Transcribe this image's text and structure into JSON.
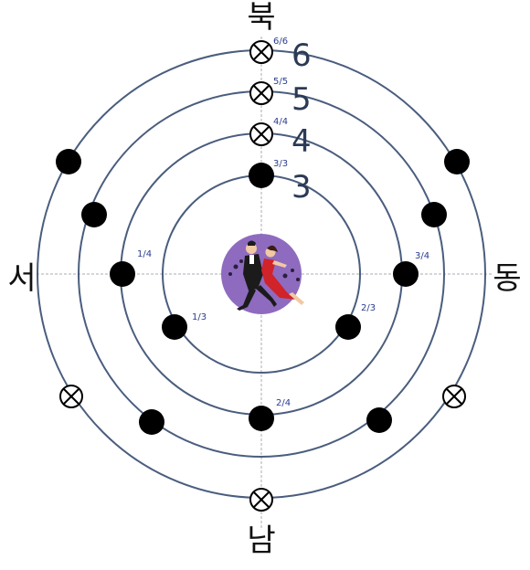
{
  "directions": {
    "north": "북",
    "south": "남",
    "east": "동",
    "west": "서"
  },
  "ring_numbers": [
    "6",
    "5",
    "4",
    "3"
  ],
  "position_labels": {
    "r6_north": "6/6",
    "r5_north": "5/5",
    "r4_north": "4/4",
    "r3_north": "3/3",
    "r4_west": "1/4",
    "r4_east": "3/4",
    "r3_sw": "1/3",
    "r3_se": "2/3",
    "r4_south": "2/4"
  },
  "center_image": "dancing-couple",
  "colors": {
    "ring": "#4a5d7e",
    "marker": "#000000",
    "axis": "#9aa0a8",
    "center_disc": "#8e6bbf",
    "label": "#2a3d8f"
  }
}
